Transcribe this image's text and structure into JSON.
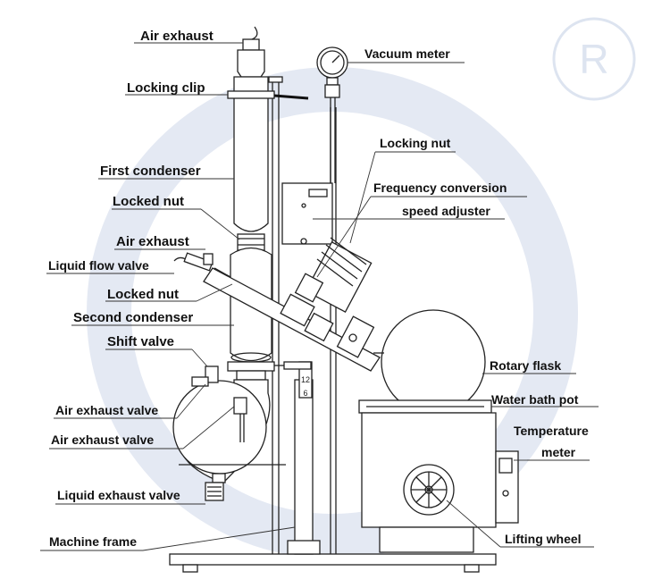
{
  "labels": {
    "air_exhaust_top": "Air exhaust",
    "locking_clip": "Locking clip",
    "first_condenser": "First condenser",
    "locked_nut_1": "Locked nut",
    "air_exhaust_mid": "Air exhaust",
    "liquid_flow_valve": "Liquid flow valve",
    "locked_nut_2": "Locked nut",
    "second_condenser": "Second condenser",
    "shift_valve": "Shift valve",
    "air_exhaust_valve_1": "Air exhaust valve",
    "air_exhaust_valve_2": "Air exhaust valve",
    "liquid_exhaust_valve": "Liquid exhaust valve",
    "machine_frame": "Machine frame",
    "vacuum_meter": "Vacuum meter",
    "locking_nut": "Locking nut",
    "frequency_conversion": "Frequency conversion",
    "speed_adjuster": "speed adjuster",
    "rotary_flask": "Rotary flask",
    "water_bath_pot": "Water bath pot",
    "temperature": "Temperature",
    "meter": "meter",
    "lifting_wheel": "Lifting wheel"
  },
  "scale_marks": {
    "upper": "12",
    "lower": "6"
  },
  "watermark": "R",
  "colors": {
    "line": "#222222",
    "text": "#111111",
    "watermark": "#dde4f0"
  }
}
